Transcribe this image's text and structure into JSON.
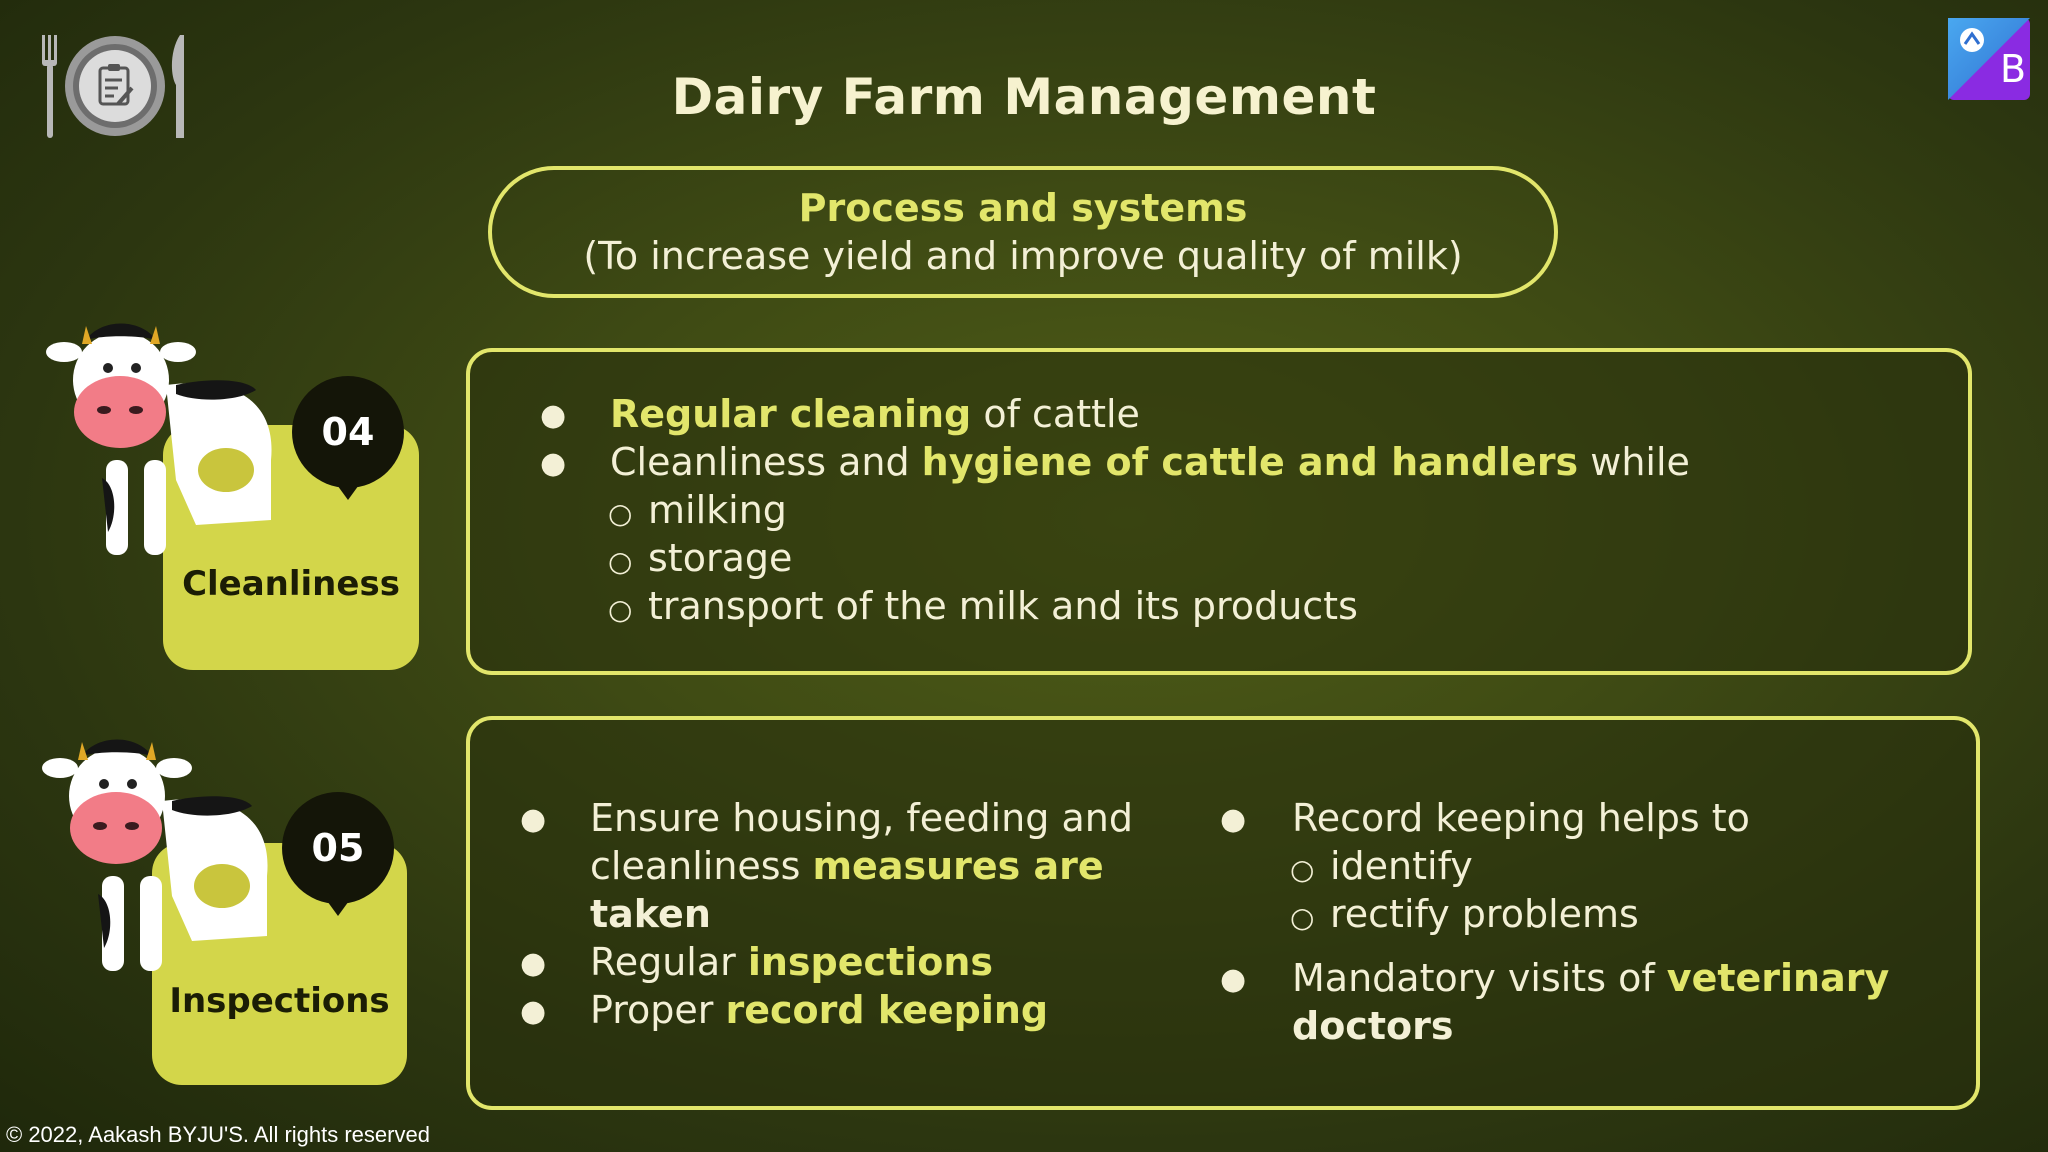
{
  "header": {
    "title": "Dairy Farm Management"
  },
  "process_box": {
    "heading": "Process and systems",
    "subtitle": "(To increase yield and improve quality of milk)"
  },
  "section_cleanliness": {
    "number": "04",
    "label": "Cleanliness",
    "item1": {
      "highlight": "Regular cleaning",
      "rest": " of cattle"
    },
    "item2": {
      "pre": "Cleanliness and ",
      "highlight": "hygiene of cattle and handlers",
      "post": " while"
    },
    "sub_items": [
      "milking",
      "storage",
      "transport of the milk and its products"
    ]
  },
  "section_inspections": {
    "number": "05",
    "label": "Inspections",
    "left": {
      "item1_line1": "Ensure housing, feeding and",
      "item1_line2_pre": "cleanliness ",
      "item1_line2_highlight": "measures are",
      "item1_line3_highlight": "taken",
      "item2_pre": "Regular ",
      "item2_highlight": "inspections",
      "item3_pre": "Proper ",
      "item3_highlight": "record keeping"
    },
    "right": {
      "item1": "Record keeping helps to",
      "sub_items": [
        "identify",
        "rectify problems"
      ],
      "item2_pre": "Mandatory visits of ",
      "item2_highlight": "veterinary",
      "item2_line2_highlight": "doctors"
    }
  },
  "footer": {
    "copyright": "© 2022, Aakash BYJU'S. All rights reserved"
  },
  "colors": {
    "accent": "#e2e66b",
    "card": "#d3d64a",
    "background": "#3f4b14"
  },
  "icons": [
    "fork-icon",
    "clipboard-plate-icon",
    "knife-icon",
    "brand-logo",
    "cow-icon",
    "bullet-icon"
  ]
}
